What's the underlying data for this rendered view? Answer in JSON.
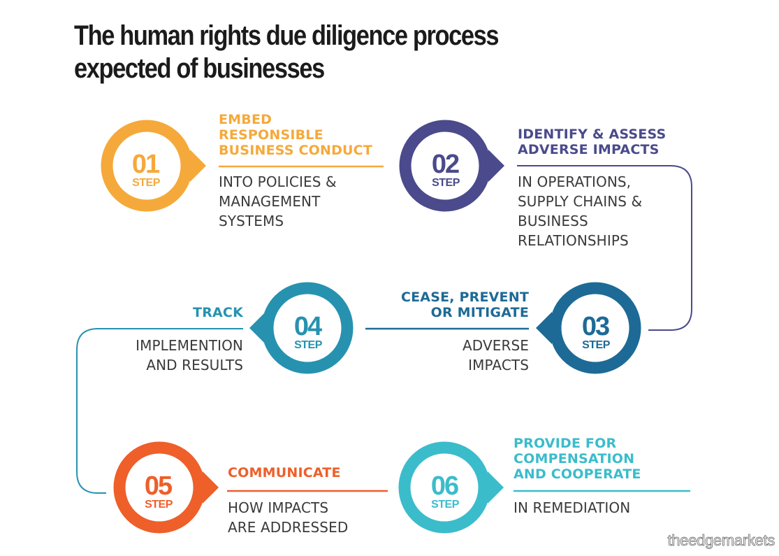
{
  "title": {
    "line1": "The human rights due diligence process",
    "line2": "expected of businesses"
  },
  "step_label": "STEP",
  "steps": [
    {
      "number": "01",
      "color": "#F5A93A",
      "heading": [
        "EMBED",
        "RESPONSIBLE",
        "BUSINESS CONDUCT"
      ],
      "description": [
        "INTO POLICIES &",
        "MANAGEMENT",
        "SYSTEMS"
      ]
    },
    {
      "number": "02",
      "color": "#4A4A8C",
      "heading": [
        "IDENTIFY & ASSESS",
        "ADVERSE IMPACTS"
      ],
      "description": [
        "IN OPERATIONS,",
        "SUPPLY CHAINS &",
        "BUSINESS",
        "RELATIONSHIPS"
      ]
    },
    {
      "number": "03",
      "color": "#1D6A96",
      "heading": [
        "CEASE, PREVENT",
        "OR MITIGATE"
      ],
      "description": [
        "ADVERSE",
        "IMPACTS"
      ]
    },
    {
      "number": "04",
      "color": "#2692B0",
      "heading": [
        "TRACK"
      ],
      "description": [
        "IMPLEMENTION",
        "AND RESULTS"
      ]
    },
    {
      "number": "05",
      "color": "#EE5F2A",
      "heading": [
        "COMMUNICATE"
      ],
      "description": [
        "HOW IMPACTS",
        "ARE ADDRESSED"
      ]
    },
    {
      "number": "06",
      "color": "#3BBCCB",
      "heading": [
        "PROVIDE FOR",
        "COMPENSATION",
        "AND COOPERATE"
      ],
      "description": [
        "IN REMEDIATION"
      ]
    }
  ],
  "watermark": "theedgemarkets"
}
